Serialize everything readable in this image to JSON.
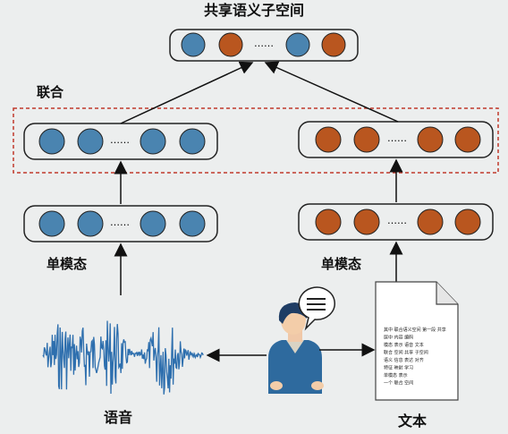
{
  "diagram": {
    "title": "共享语义子空间",
    "fusion_label": "联合",
    "unimodal_left_label": "单模态",
    "unimodal_right_label": "单模态",
    "speech_label": "语音",
    "text_label": "文本",
    "ellipsis": "……",
    "colors": {
      "blue_node": "#4a84b0",
      "orange_node": "#b9561f",
      "fusion_border": "#c0392b",
      "waveform": "#2e6fae"
    },
    "document_lines": [
      "其中 联合语义空间 第一段 共享",
      "层中 内容 编码",
      "模态 表示 语音 文本",
      "联合 空间 共享 子空间",
      "语义 信息 表达 对齐",
      "特征 映射 学习",
      "单模态 表示",
      "一个 联合 空间"
    ]
  }
}
